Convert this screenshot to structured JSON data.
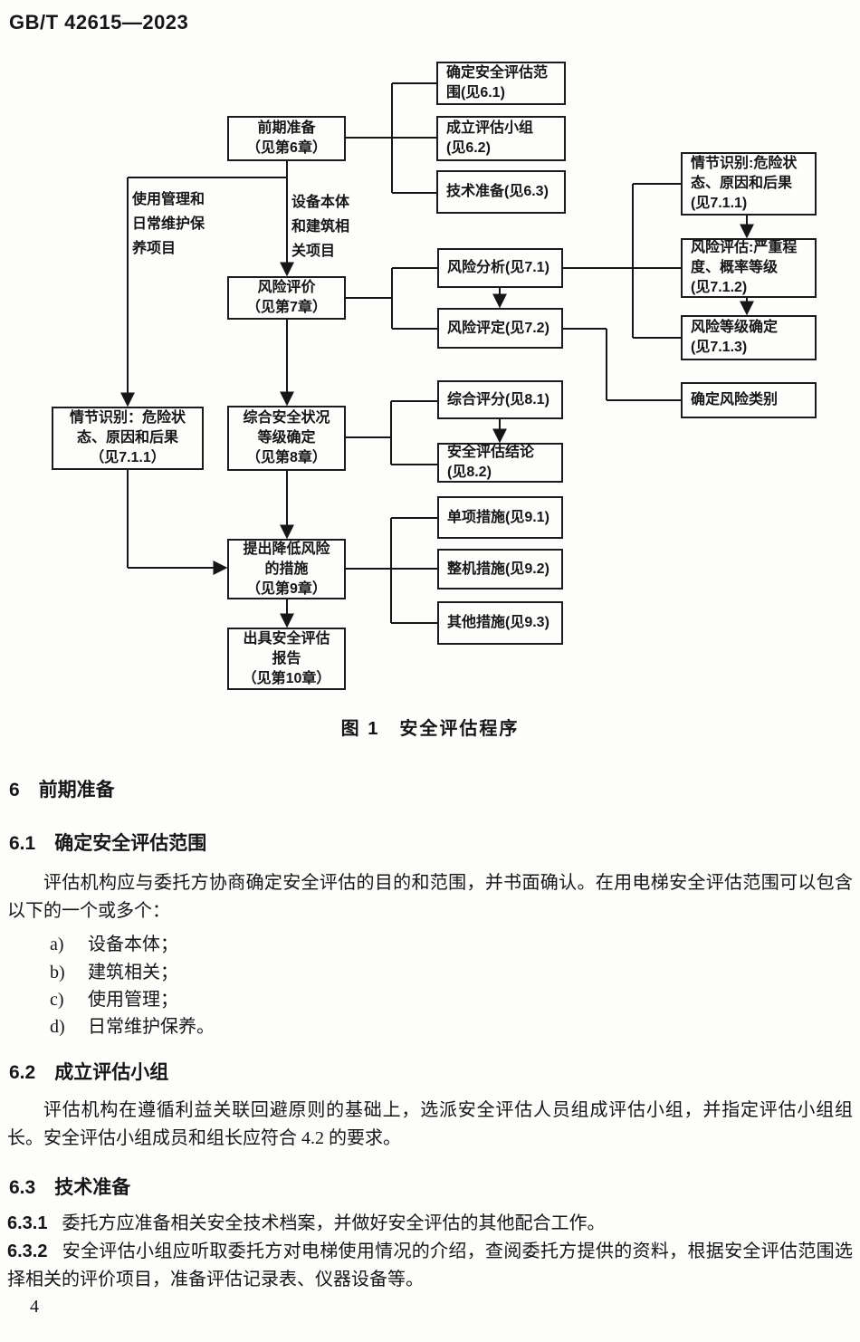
{
  "header": {
    "standard_no": "GB/T 42615—2023"
  },
  "figure": {
    "caption": "图 1　安全评估程序",
    "labels": {
      "usage": "使用管理和\n日常维护保\n养项目",
      "equipment": "设备本体\n和建筑相\n关项目"
    },
    "nodes": {
      "pre": "前期准备\n（见第6章）",
      "scope": "确定安全评估范\n围(见6.1)",
      "team": "成立评估小组\n(见6.2)",
      "tech": "技术准备(见6.3)",
      "eval7": "风险评价\n（见第7章）",
      "analysis": "风险分析(见7.1)",
      "judge": "风险评定(见7.2)",
      "scen_l": "情节识别：危险状\n态、原因和后果\n（见7.1.1）",
      "scen_r": "情节识别:危险状\n态、原因和后果\n(见7.1.1)",
      "estim": "风险评估:严重程\n度、概率等级\n(见7.1.2)",
      "level": "风险等级确定\n(见7.1.3)",
      "category": "确定风险类别",
      "overall": "综合安全状况\n等级确定\n（见第8章）",
      "score": "综合评分(见8.1)",
      "conclusion": "安全评估结论\n(见8.2)",
      "measures": "提出降低风险\n的措施\n（见第9章）",
      "single": "单项措施(见9.1)",
      "whole": "整机措施(见9.2)",
      "other": "其他措施(见9.3)",
      "report": "出具安全评估\n报告\n（见第10章）"
    }
  },
  "sections": {
    "h6": "6　前期准备",
    "s61": {
      "heading": "6.1　确定安全评估范围",
      "para": "评估机构应与委托方协商确定安全评估的目的和范围，并书面确认。在用电梯安全评估范围可以包含以下的一个或多个：",
      "items": [
        {
          "marker": "a)",
          "text": "设备本体；"
        },
        {
          "marker": "b)",
          "text": "建筑相关；"
        },
        {
          "marker": "c)",
          "text": "使用管理；"
        },
        {
          "marker": "d)",
          "text": "日常维护保养。"
        }
      ]
    },
    "s62": {
      "heading": "6.2　成立评估小组",
      "para": "评估机构在遵循利益关联回避原则的基础上，选派安全评估人员组成评估小组，并指定评估小组组长。安全评估小组成员和组长应符合 4.2 的要求。"
    },
    "s63": {
      "heading": "6.3　技术准备",
      "c631": {
        "num": "6.3.1",
        "text": "委托方应准备相关安全技术档案，并做好安全评估的其他配合工作。"
      },
      "c632": {
        "num": "6.3.2",
        "text": "安全评估小组应听取委托方对电梯使用情况的介绍，查阅委托方提供的资料，根据安全评估范围选择相关的评价项目，准备评估记录表、仪器设备等。"
      }
    }
  },
  "footer": {
    "page_number": "4"
  }
}
